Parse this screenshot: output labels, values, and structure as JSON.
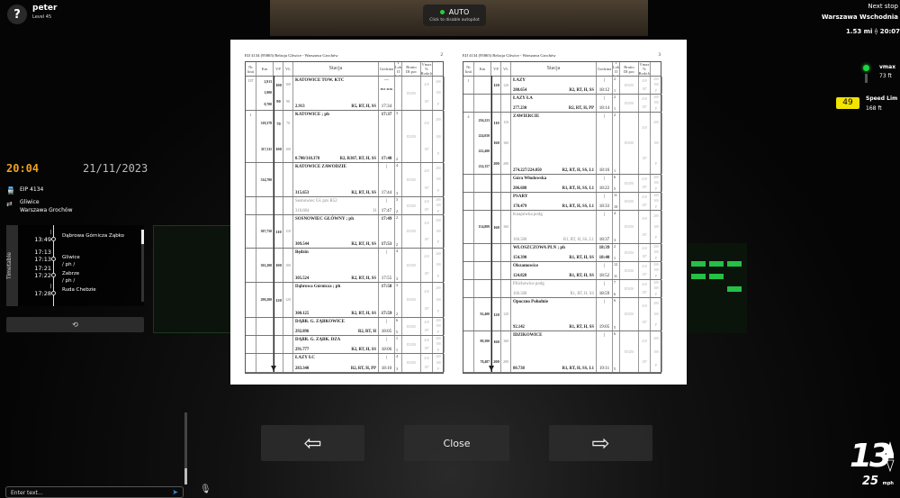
{
  "user": {
    "avatar": "?",
    "name": "peter",
    "level": "Level 45"
  },
  "autopilot": {
    "label": "AUTO",
    "hint": "Click to disable autopilot",
    "color": "#2ecc40"
  },
  "next_stop": {
    "title": "Next stop",
    "station": "Warszawa Wschodnia",
    "distance": "1.53 mi",
    "time": "20:07"
  },
  "signal": {
    "label": "vmax",
    "value": "73 ft",
    "color": "#1ed540"
  },
  "speed_limit": {
    "value": "49",
    "label": "Speed Lim",
    "distance": "168 ft"
  },
  "clock": {
    "time": "20:04",
    "date": "21/11/2023"
  },
  "train": {
    "number": "EIP 4134",
    "from": "Gliwice",
    "to": "Warszawa Grochów"
  },
  "timetable": {
    "tab": "Timetable",
    "stops": [
      {
        "times": [
          "|",
          "13:49"
        ],
        "name": "Dąbrowa Górnicza Ząbko",
        "note": ""
      },
      {
        "times": [
          "17:13",
          "17:13"
        ],
        "name": "Gliwice",
        "note": "/ ph /"
      },
      {
        "times": [
          "17:21",
          "17:22"
        ],
        "name": "Zabrze",
        "note": "/ ph /"
      },
      {
        "times": [
          "|",
          "17:28"
        ],
        "name": "Ruda Chebzie",
        "note": ""
      }
    ]
  },
  "chat": {
    "placeholder": "Enter text..."
  },
  "speedometer": {
    "speed": "13",
    "set_speed": "25",
    "unit": "mph"
  },
  "nav": {
    "prev": "⇦",
    "close": "Close",
    "next": "⇨"
  },
  "document": {
    "columns": [
      "Nr linii",
      "Km",
      "VP",
      "VL",
      "Stacja",
      "Godzina",
      "Lok I Lok II Lok III",
      "Brutto Dł.poc",
      "Vmax % Rodz.h"
    ],
    "loco": {
      "lok": "ED250",
      "brutto": "410",
      "dlpoc": "187",
      "vmax": "200",
      "pct": "100",
      "rodz": "P"
    },
    "pages": [
      {
        "header": "EIJ 4134 (95865) Relacja Gliwice - Warszawa Grochów",
        "number": "2",
        "rows": [
          {
            "nr": "137",
            "km": [
              "2,913",
              "1,900",
              "0,700"
            ],
            "vp": [
              "100",
              "90"
            ],
            "name": "KATOWICE TOW. KTC",
            "style": "b",
            "kmpos": "2.913",
            "ops": "R5, RT, H, SS",
            "arr": "—",
            "dep": "17:34",
            "tracks": [
              "",
              ""
            ],
            "extra": "EIJ 4136"
          },
          {
            "nr": "1",
            "km": [
              "318,378",
              "317,311"
            ],
            "vp": [
              "70",
              "100"
            ],
            "name": "KATOWICE ; ph",
            "style": "b",
            "kmpos": "0.700/318.378",
            "ops": "R2, R307, RT, H, SS",
            "arr": "17:37",
            "dep": "17:40",
            "tracks": [
              "3",
              "2"
            ],
            "bt": true
          },
          {
            "nr": "",
            "km": [
              "314,700"
            ],
            "vp": [],
            "name": "KATOWICE ZAWODZIE",
            "style": "b",
            "kmpos": "315.653",
            "ops": "R2, RT, H, SS",
            "arr": "|",
            "dep": "17:44",
            "tracks": [
              "4",
              "3"
            ]
          },
          {
            "nr": "",
            "km": [],
            "vp": [],
            "name": "Sosnowiec Gł. pzs R52",
            "style": "g",
            "kmpos": "310.684",
            "ops": "H",
            "arr": "|",
            "dep": "17:47",
            "tracks": [
              "3",
              "2"
            ]
          },
          {
            "nr": "",
            "km": [
              "307,750"
            ],
            "vp": [
              "110"
            ],
            "name": "SOSNOWIEC GŁÓWNY ; ph",
            "style": "b",
            "kmpos": "309.544",
            "ops": "R2, RT, H, SS",
            "arr": "17:49",
            "dep": "17:51",
            "tracks": [
              "2",
              "2"
            ],
            "bt": true
          },
          {
            "nr": "",
            "km": [
              "301,200"
            ],
            "vp": [
              "100"
            ],
            "name": "Będzin",
            "style": "b",
            "kmpos": "305.524",
            "ops": "R2, RT, H, SS",
            "arr": "|",
            "dep": "17:55",
            "tracks": [
              "4",
              "3"
            ]
          },
          {
            "nr": "",
            "km": [
              "299,200"
            ],
            "vp": [
              "120"
            ],
            "name": "Dąbrowa Górnicza ; ph",
            "style": "b",
            "kmpos": "300.125",
            "ops": "R2, RT, H, SS",
            "arr": "17:58",
            "dep": "17:59",
            "tracks": [
              "3",
              "2"
            ],
            "bt": true
          },
          {
            "nr": "",
            "km": [],
            "vp": [],
            "name": "DĄBR. G. ZĄBKOWICE",
            "style": "b",
            "kmpos": "292.896",
            "ops": "R2, RT, H",
            "arr": "|",
            "dep": "18:05",
            "tracks": [
              "6",
              "5"
            ]
          },
          {
            "nr": "",
            "km": [],
            "vp": [],
            "name": "DĄBR. G. ZĄBK. DZA",
            "style": "b",
            "kmpos": "291.777",
            "ops": "R2, RT, H, SS",
            "arr": "|",
            "dep": "18:06",
            "tracks": [
              "1",
              "1"
            ]
          },
          {
            "nr": "",
            "km": [],
            "vp": [],
            "name": "ŁAZY ŁC",
            "style": "b",
            "kmpos": "283.340",
            "ops": "R2, RT, H, PP",
            "arr": "|",
            "dep": "18:10",
            "tracks": [
              "4",
              "3"
            ]
          }
        ]
      },
      {
        "header": "EIJ 4134 (95865) Relacja Gliwice - Warszawa Grochów",
        "number": "3",
        "rows": [
          {
            "nr": "1",
            "km": [],
            "vp": [
              "120"
            ],
            "name": "ŁAZY",
            "style": "b",
            "kmpos": "280.654",
            "ops": "R2, RT, H, SS",
            "arr": "|",
            "dep": "18:12",
            "tracks": [
              "2",
              "1"
            ]
          },
          {
            "nr": "",
            "km": [],
            "vp": [],
            "name": "ŁAZY ŁA",
            "style": "b",
            "kmpos": "277.230",
            "ops": "R2, RT, H, PP",
            "arr": "|",
            "dep": "18:14",
            "tracks": [
              "2",
              "1"
            ]
          },
          {
            "nr": "4",
            "km": [
              "236,223",
              "224,050",
              "222,400",
              "214,157"
            ],
            "vp": [
              "110",
              "160",
              "200"
            ],
            "name": "ZAWIERCIE",
            "style": "b",
            "kmpos": "274.227/224.050",
            "ops": "R2, RT, H, SS, L1",
            "arr": "|",
            "dep": "18:16",
            "tracks": [
              "2",
              "1"
            ]
          },
          {
            "nr": "",
            "km": [],
            "vp": [],
            "name": "Góra Włodowska",
            "style": "b",
            "kmpos": "206.688",
            "ops": "R1, RT, H, SS, L1",
            "arr": "|",
            "dep": "18:22",
            "tracks": [
              "6",
              "5"
            ]
          },
          {
            "nr": "",
            "km": [],
            "vp": [],
            "name": "PSARY",
            "style": "b",
            "kmpos": "170.479",
            "ops": "R1, RT, H, SS, L1",
            "arr": "|",
            "dep": "18:33",
            "tracks": [
              "11",
              "10"
            ]
          },
          {
            "nr": "",
            "km": [
              "154,809"
            ],
            "vp": [
              "160"
            ],
            "name": "Knapówka podg",
            "style": "g",
            "kmpos": "160.588",
            "ops": "R1, RT, H, SS, L1",
            "arr": "|",
            "dep": "18:37",
            "tracks": [
              "4",
              "3"
            ]
          },
          {
            "nr": "",
            "km": [],
            "vp": [],
            "name": "WŁOSZCZOWA PŁN ; ph",
            "style": "b",
            "kmpos": "154.390",
            "ops": "R1, RT, H, SS",
            "arr": "18:39",
            "dep": "18:40",
            "tracks": [
              "2",
              "1"
            ],
            "bt": true
          },
          {
            "nr": "",
            "km": [],
            "vp": [],
            "name": "Olszamowice",
            "style": "b",
            "kmpos": "124.828",
            "ops": "R1, RT, H, SS",
            "arr": "|",
            "dep": "18:52",
            "tracks": [
              "12",
              "11"
            ]
          },
          {
            "nr": "",
            "km": [],
            "vp": [],
            "name": "Pilichowice podg",
            "style": "g",
            "kmpos": "106.588",
            "ops": "R1, RT, H, SS",
            "arr": "|",
            "dep": "18:59",
            "tracks": [
              "7",
              "6"
            ]
          },
          {
            "nr": "",
            "km": [
              "92,400"
            ],
            "vp": [
              "120"
            ],
            "name": "Opoczno Południe",
            "style": "b",
            "kmpos": "92.142",
            "ops": "R1, RT, H, SS",
            "arr": "|",
            "dep": "19:05",
            "tracks": [
              "6",
              "5"
            ]
          },
          {
            "nr": "",
            "km": [
              "80,300",
              "78,487"
            ],
            "vp": [
              "160",
              "200"
            ],
            "name": "IDZIKOWICE",
            "style": "b",
            "kmpos": "80.738",
            "ops": "R1, RT, H, SS, L1",
            "arr": "|",
            "dep": "19:11",
            "tracks": [
              "6",
              "5"
            ]
          }
        ]
      }
    ]
  }
}
